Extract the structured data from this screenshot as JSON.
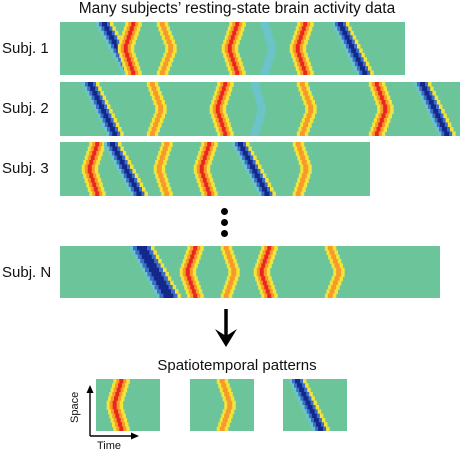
{
  "header": {
    "title": "Many subjects’ resting-state brain activity data"
  },
  "subjects": [
    {
      "label": "Subj. 1"
    },
    {
      "label": "Subj. 2"
    },
    {
      "label": "Subj. 3"
    },
    {
      "label": "Subj. N"
    }
  ],
  "patterns": {
    "title": "Spatiotemporal patterns"
  },
  "axes": {
    "space_label": "Space",
    "time_label": "Time"
  },
  "colors": {
    "background": "#6cc49a",
    "cyan": "#6bc4c8",
    "yellow": "#f2e43a",
    "orange": "#f79a2a",
    "red": "#e8281e",
    "navy": "#13288a",
    "blue": "#3c6ec8"
  }
}
